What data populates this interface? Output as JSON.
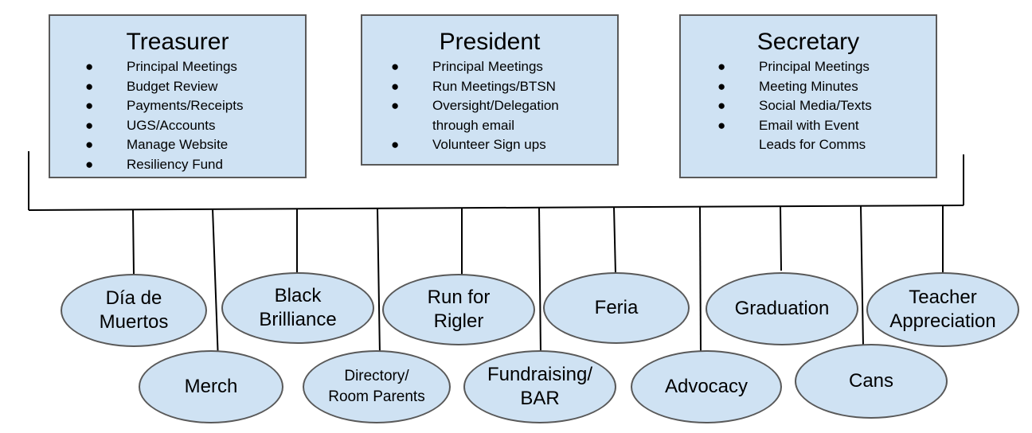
{
  "roles": [
    {
      "title": "Treasurer",
      "duties": [
        "Principal Meetings",
        "Budget Review",
        "Payments/Receipts",
        "UGS/Accounts",
        "Manage Website",
        "Resiliency Fund"
      ]
    },
    {
      "title": "President",
      "duties": [
        "Principal Meetings",
        "Run Meetings/BTSN",
        "Oversight/Delegation\nthrough email",
        "Volunteer Sign ups"
      ]
    },
    {
      "title": "Secretary",
      "duties": [
        "Principal Meetings",
        "Meeting Minutes",
        "Social Media/Texts",
        "Email with Event\nLeads for Comms"
      ]
    }
  ],
  "committees_top": [
    "Día de\nMuertos",
    "Black\nBrilliance",
    "Run for\nRigler",
    "Feria",
    "Graduation",
    "Teacher\nAppreciation"
  ],
  "committees_bottom": [
    "Merch",
    "Directory/\nRoom Parents",
    "Fundraising/\nBAR",
    "Advocacy",
    "Cans"
  ],
  "colors": {
    "fill": "#cfe2f3",
    "stroke": "#595959",
    "line": "#000000"
  }
}
